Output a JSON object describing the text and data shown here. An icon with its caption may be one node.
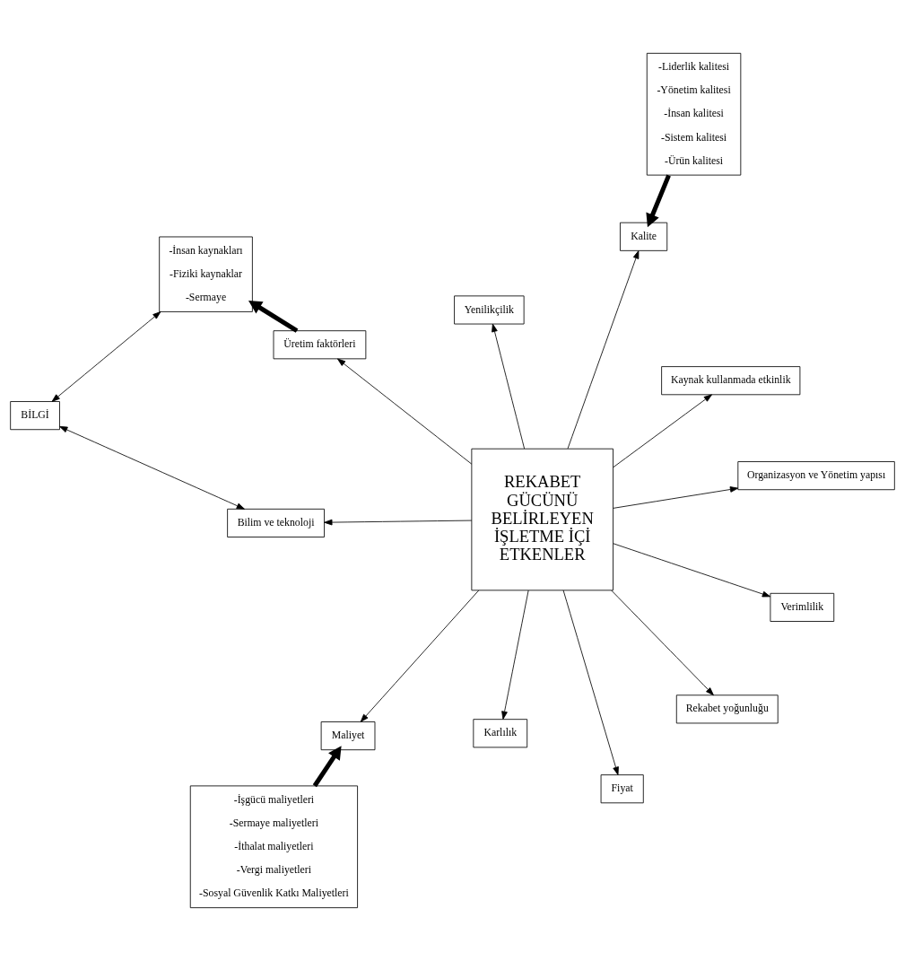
{
  "diagram": {
    "nodes": [
      {
        "text": [
          "BİLGİ"
        ]
      },
      {
        "text": [
          "-İnsan kaynakları",
          "-Fiziki kaynaklar",
          "-Sermaye"
        ]
      },
      {
        "text": [
          "Bilim ve teknoloji"
        ]
      },
      {
        "text": [
          "Üretim faktörleri"
        ]
      },
      {
        "text": [
          "Organizasyon ve Yönetim yapısı"
        ]
      },
      {
        "text": [
          "-İşgücü maliyetleri",
          "-Sermaye maliyetleri",
          "-İthalat maliyetleri",
          "-Vergi maliyetleri",
          "-Sosyal Güvenlik Katkı Maliyetleri"
        ]
      },
      {
        "text": [
          "Maliyet"
        ]
      },
      {
        "text": [
          "Verimlilik"
        ]
      },
      {
        "text": [
          "REKABET GÜCÜNÜ BELİRLEYEN İŞLETME İÇİ ETKENLER"
        ]
      },
      {
        "text": [
          "Fiyat"
        ]
      },
      {
        "text": [
          "Karlılık"
        ]
      },
      {
        "text": [
          "-Liderlik kalitesi",
          "-Yönetim kalitesi",
          "-İnsan kalitesi",
          "-Sistem kalitesi",
          "-Ürün kalitesi"
        ]
      },
      {
        "text": [
          "Kalite"
        ]
      },
      {
        "text": [
          "Kaynak kullanmada etkinlik"
        ]
      },
      {
        "text": [
          "Yenilikçilik"
        ]
      },
      {
        "text": [
          "Rekabet yoğunluğu"
        ]
      }
    ],
    "edges": [
      {
        "from": 0,
        "to": 1,
        "arrow": "both"
      },
      {
        "from": 0,
        "to": 2,
        "arrow": "both"
      },
      {
        "from": 3,
        "to": 1,
        "arrow": "to",
        "style": "thick"
      },
      {
        "from": 8,
        "to": 3,
        "arrow": "to"
      },
      {
        "from": 8,
        "to": 2,
        "arrow": "to"
      },
      {
        "from": 8,
        "to": 4,
        "arrow": "to"
      },
      {
        "from": 8,
        "to": 6,
        "arrow": "to"
      },
      {
        "from": 5,
        "to": 6,
        "arrow": "to",
        "style": "thick"
      },
      {
        "from": 8,
        "to": 7,
        "arrow": "to"
      },
      {
        "from": 8,
        "to": 9,
        "arrow": "to"
      },
      {
        "from": 8,
        "to": 10,
        "arrow": "to"
      },
      {
        "from": 8,
        "to": 12,
        "arrow": "to"
      },
      {
        "from": 11,
        "to": 12,
        "arrow": "to",
        "style": "thick"
      },
      {
        "from": 8,
        "to": 13,
        "arrow": "to"
      },
      {
        "from": 8,
        "to": 14,
        "arrow": "to"
      },
      {
        "from": 8,
        "to": 15,
        "arrow": "to"
      }
    ]
  }
}
